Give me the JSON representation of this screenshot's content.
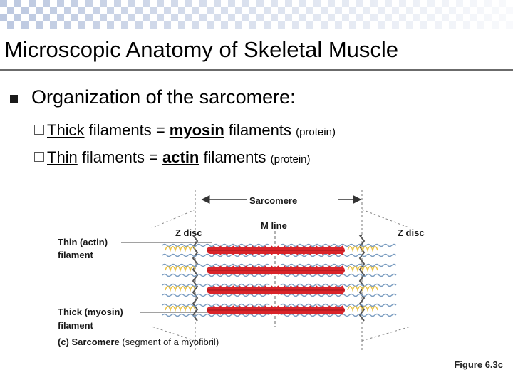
{
  "slide": {
    "title": "Microscopic Anatomy of Skeletal Muscle",
    "bullet": "Organization of the sarcomere:",
    "subbullets": [
      {
        "term": "Thick",
        "pre": " filaments = ",
        "protein": "myosin",
        "post": " filaments ",
        "note": "(protein)"
      },
      {
        "term": "Thin",
        "pre": " filaments = ",
        "protein": "actin",
        "post": " filaments ",
        "note": "(protein)"
      }
    ],
    "figure_caption": "Figure 6.3c"
  },
  "diagram": {
    "labels": {
      "sarcomere": "Sarcomere",
      "m_line": "M line",
      "z_disc_left": "Z disc",
      "z_disc_right": "Z disc",
      "thin_filament_1": "Thin (actin)",
      "thin_filament_2": "filament",
      "thick_filament_1": "Thick (myosin)",
      "thick_filament_2": "filament",
      "caption_prefix": "(c) Sarcomere",
      "caption_suffix": " (segment of a myofibril)"
    },
    "colors": {
      "myosin": "#d9242a",
      "actin": "#7a9cc0",
      "z_disc": "#555555",
      "myosin_head": "#e8c040"
    }
  }
}
